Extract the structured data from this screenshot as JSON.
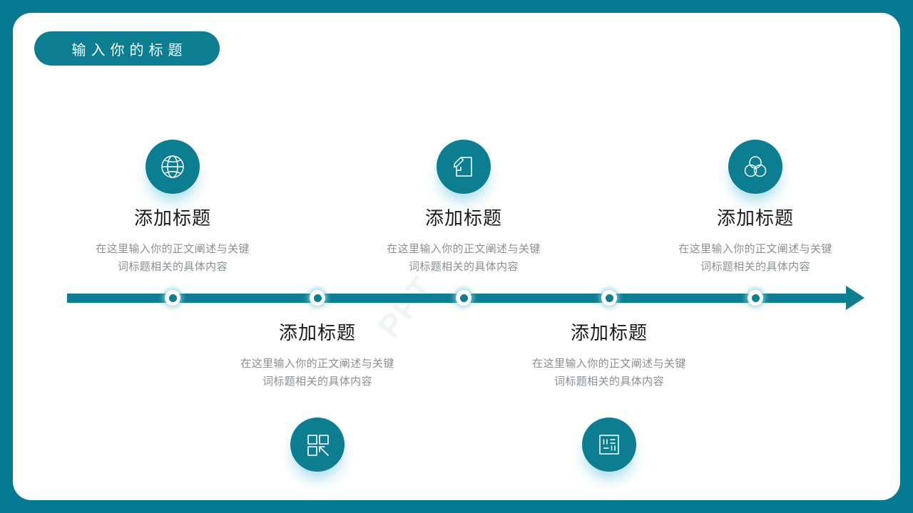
{
  "slide": {
    "title": "输入你的标题",
    "colors": {
      "teal": "#0b7e92",
      "background_teal": "#04798f",
      "card_white": "#ffffff",
      "heading_text": "#1a1a1a",
      "body_text": "#8a8f93",
      "glow_blue": "#89cdde"
    },
    "watermark": "PPT"
  },
  "timeline": {
    "marker_count": 5,
    "arrow_direction": "right"
  },
  "items": [
    {
      "id": "item-1",
      "position": "above",
      "icon": "globe-icon",
      "heading": "添加标题",
      "body_line_1": "在这里输入你的正文阐述与关键",
      "body_line_2": "词标题相关的具体内容"
    },
    {
      "id": "item-2",
      "position": "below",
      "icon": "grid-arrow-icon",
      "heading": "添加标题",
      "body_line_1": "在这里输入你的正文阐述与关键",
      "body_line_2": "词标题相关的具体内容"
    },
    {
      "id": "item-3",
      "position": "above",
      "icon": "document-edit-icon",
      "heading": "添加标题",
      "body_line_1": "在这里输入你的正文阐述与关键",
      "body_line_2": "词标题相关的具体内容"
    },
    {
      "id": "item-4",
      "position": "below",
      "icon": "report-chart-icon",
      "heading": "添加标题",
      "body_line_1": "在这里输入你的正文阐述与关键",
      "body_line_2": "词标题相关的具体内容"
    },
    {
      "id": "item-5",
      "position": "above",
      "icon": "three-circles-icon",
      "heading": "添加标题",
      "body_line_1": "在这里输入你的正文阐述与关键",
      "body_line_2": "词标题相关的具体内容"
    }
  ]
}
